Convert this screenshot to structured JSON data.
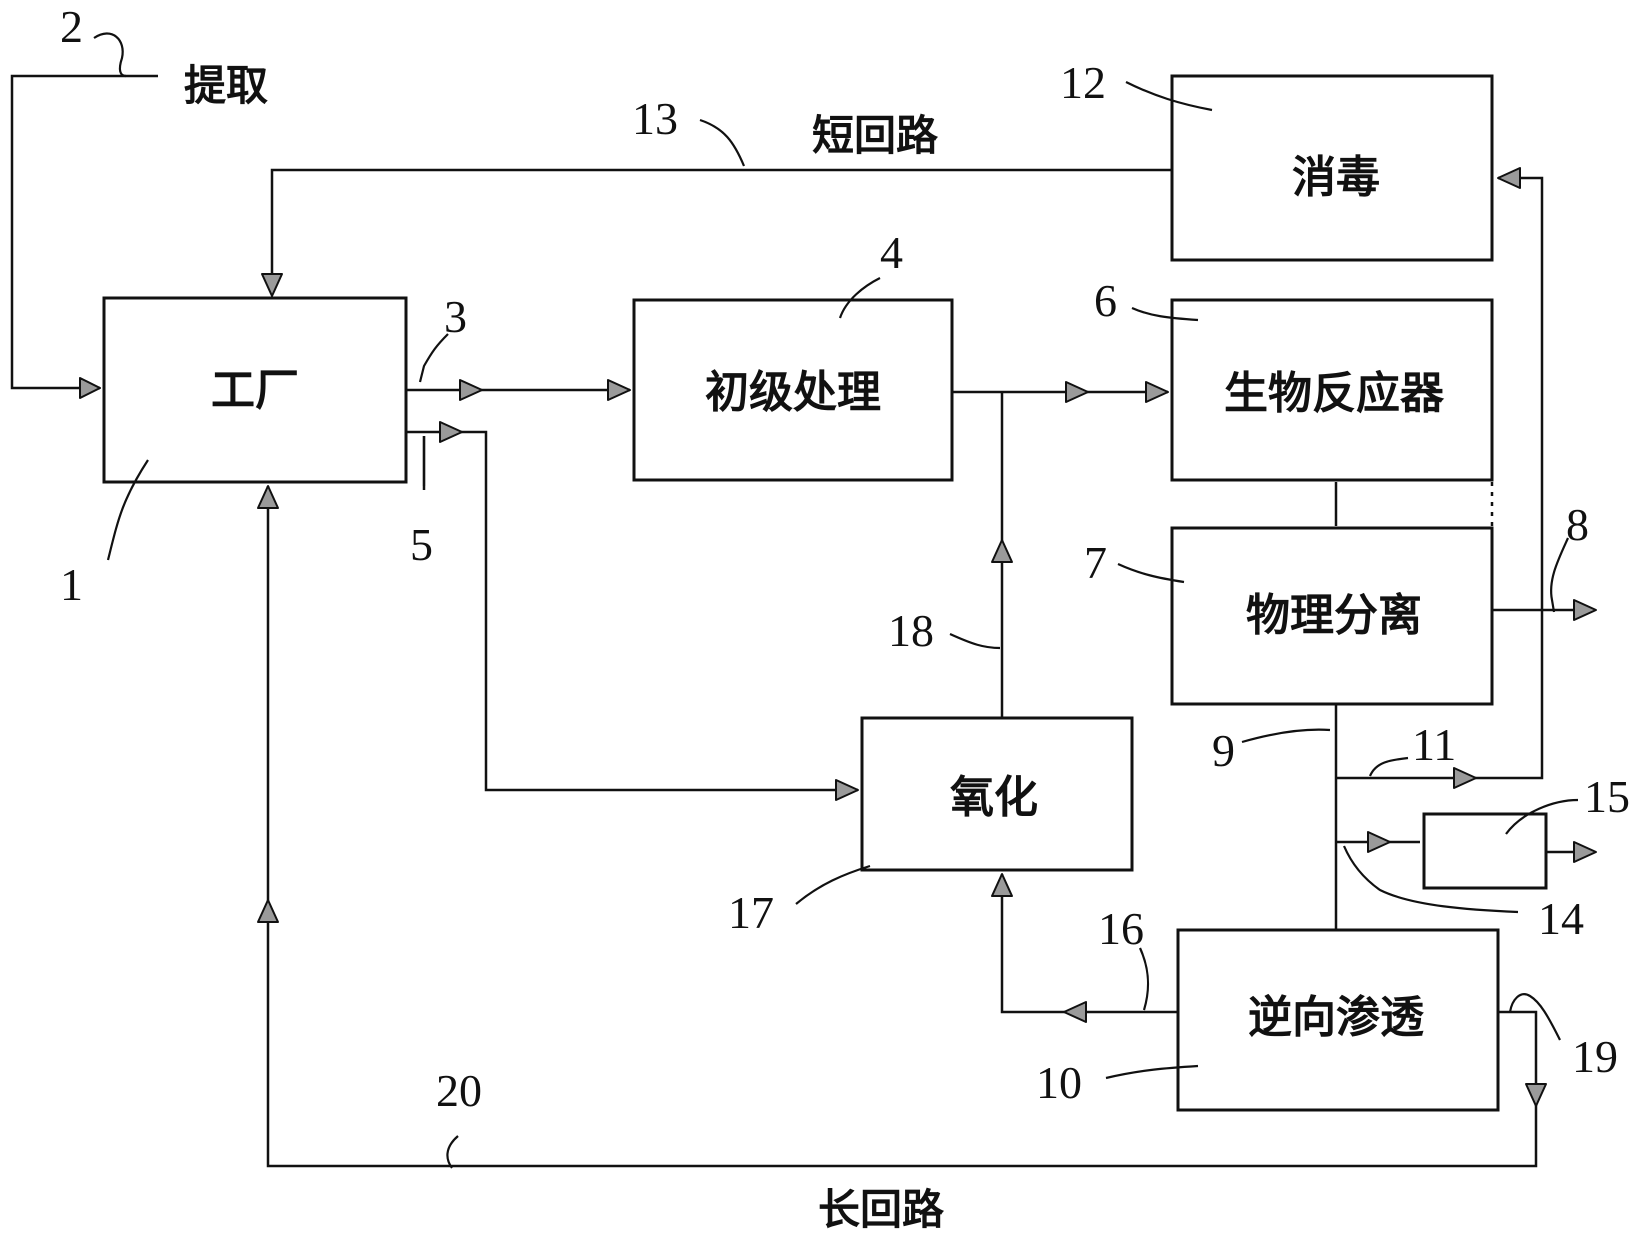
{
  "blocks": {
    "factory": "工厂",
    "primary_treatment": "初级处理",
    "bioreactor": "生物反应器",
    "physical_separation": "物理分离",
    "disinfection": "消毒",
    "oxidation": "氧化",
    "reverse_osmosis": "逆向渗透"
  },
  "labels": {
    "extraction": "提取",
    "short_loop": "短回路",
    "long_loop": "长回路"
  },
  "numbers": {
    "n1": "1",
    "n2": "2",
    "n3": "3",
    "n4": "4",
    "n5": "5",
    "n6": "6",
    "n7": "7",
    "n8": "8",
    "n9": "9",
    "n10": "10",
    "n11": "11",
    "n12": "12",
    "n13": "13",
    "n14": "14",
    "n15": "15",
    "n16": "16",
    "n17": "17",
    "n18": "18",
    "n19": "19",
    "n20": "20"
  }
}
